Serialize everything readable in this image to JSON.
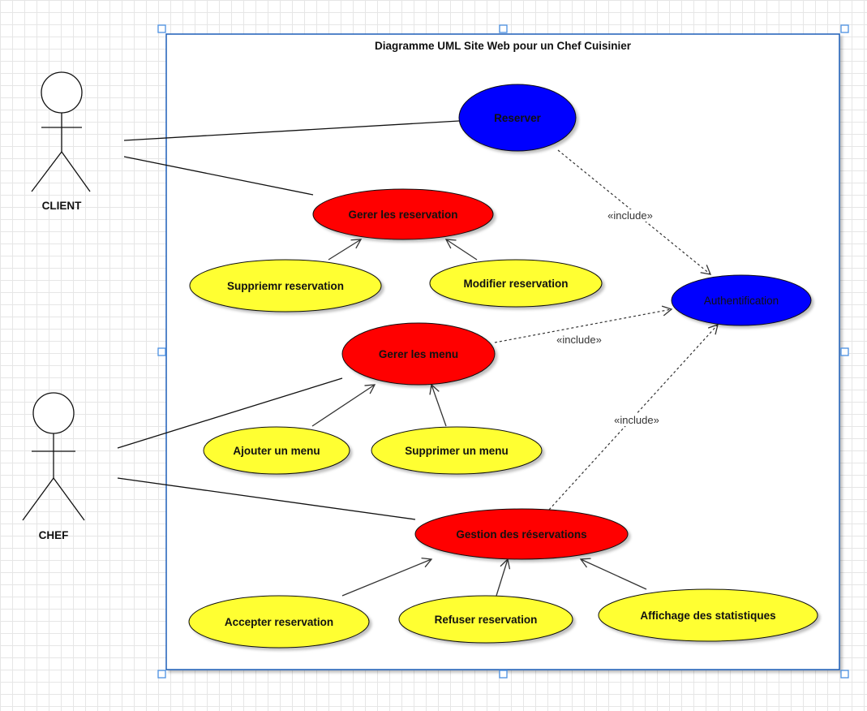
{
  "diagram": {
    "title": "Diagramme UML Site Web pour un Chef Cuisinier",
    "actors": {
      "client": "CLIENT",
      "chef": "CHEF"
    },
    "use_cases": {
      "reserver": "Reserver",
      "gerer_reservation": "Gerer les reservation",
      "supprimer_reservation": "Suppriemr reservation",
      "modifier_reservation": "Modifier reservation",
      "authentification": "Authentification",
      "gerer_menu": "Gerer les menu",
      "ajouter_menu": "Ajouter un menu",
      "supprimer_menu": "Supprimer un menu",
      "gestion_reservations": "Gestion des réservations",
      "accepter_reservation": "Accepter reservation",
      "refuser_reservation": "Refuser reservation",
      "affichage_statistiques": "Affichage des statistiques"
    },
    "relations": {
      "include_1": "«include»",
      "include_2": "«include»",
      "include_3": "«include»"
    },
    "colors": {
      "blue": "#0000ff",
      "red": "#ff0000",
      "yellow": "#ffff33",
      "frame": "#1f5fb8",
      "handle": "#4a90e2"
    }
  }
}
